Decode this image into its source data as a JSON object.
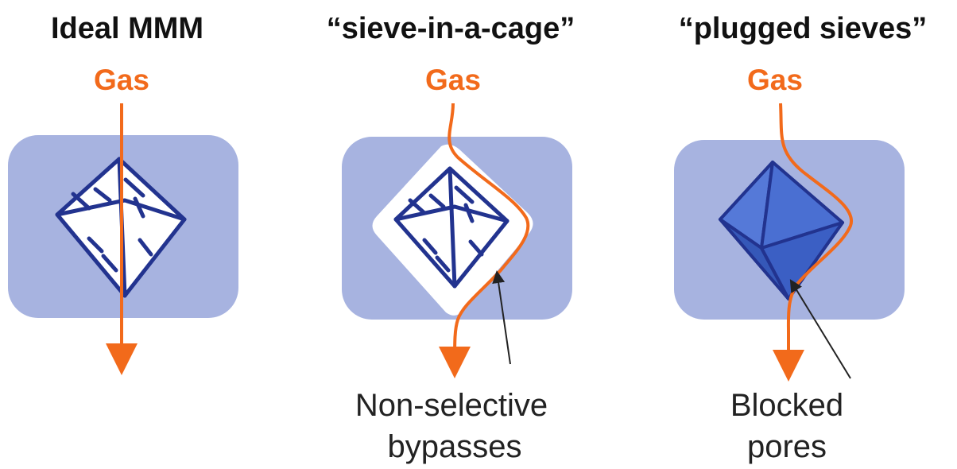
{
  "colors": {
    "matrix": "#a7b3e0",
    "gas_path": "#f26a1b",
    "crystal_line": "#22338f",
    "crystal_fill_plugged": "#3f64c9",
    "pointer": "#222222"
  },
  "panels": [
    {
      "title": "Ideal MMM",
      "gas_label": "Gas",
      "caption_lines": []
    },
    {
      "title": "“sieve-in-a-cage”",
      "gas_label": "Gas",
      "caption_lines": [
        "Non-selective",
        "bypasses"
      ]
    },
    {
      "title": "“plugged sieves”",
      "gas_label": "Gas",
      "caption_lines": [
        "Blocked",
        "pores"
      ]
    }
  ]
}
